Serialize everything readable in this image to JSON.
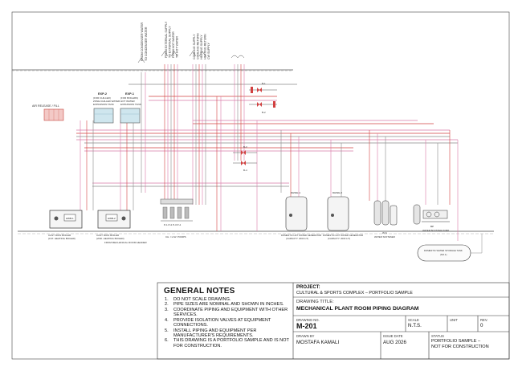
{
  "drawing": {
    "tanks_top": [
      "EXP-2",
      "EXP-1"
    ],
    "tank_captions": [
      [
        "(FOR CHILLER)",
        "ZONE CHILLED WATER",
        "EXPANSION TANK"
      ],
      [
        "(FOR BOILERS)",
        "HOT WATER",
        "EXPANSION TANK"
      ]
    ],
    "air_relief_label": "AIR RELEASE / FILL",
    "riser_labels_a": [
      "FROM CONDENSER WATER",
      "TO CONDENSER WATER"
    ],
    "riser_labels_b": [
      "FROM EXTERNAL SUPPLY",
      "TO EXTERNAL SUPPLY",
      "FROM HOT WATER",
      "TO HOT WATER"
    ],
    "riser_labels_c": [
      "COOLING SUPPLY",
      "COOLING RETURN",
      "HEATING SUPPLY",
      "HEATING RETURN",
      "CW SUPPLY"
    ],
    "boiler_tags": [
      "HWB-1",
      "HWB-2"
    ],
    "boiler_captions": [
      [
        "CAST IRON BOILER",
        "(1ST. HEATING BOILER)"
      ],
      [
        "CAST IRON BOILER",
        "(2ND. HEATING BOILER)"
      ]
    ],
    "header_caption": "FROM MECHANICAL ROOM HEADER",
    "pump_tags": "P-1  P-2  P-3  P-4",
    "pump_caption": "CH. / H.W. PUMPS",
    "valve_tags": [
      "B-1",
      "B-2",
      "B-3",
      "B-4"
    ],
    "heater_tags": [
      "DHWH-1",
      "DHWH-2"
    ],
    "heater_captions": [
      [
        "DOMESTIC HOT WATER GENERATOR",
        "(CAPACITY: 2000 LIT)"
      ],
      [
        "DOMESTIC HOT WATER GENERATOR",
        "(CAPACITY: 2000 LIT)"
      ]
    ],
    "softener_tag": "W-S",
    "softener_caption": "WATER SOFTENER",
    "booster_tag": "BP",
    "booster_caption": "WATER BOOSTER PUMP",
    "storage_caption": [
      "DOMESTIC WATER STORAGE TANK",
      "(NO.1)"
    ]
  },
  "notes": {
    "title": "GENERAL NOTES",
    "items": [
      {
        "num": "1.",
        "text": "DO NOT SCALE DRAWING."
      },
      {
        "num": "2.",
        "text": "PIPE SIZES ARE NOMINAL AND SHOWN IN INCHES."
      },
      {
        "num": "3.",
        "text": "COORDINATE PIPING AND EQUIPMENT WITH OTHER SERVICES."
      },
      {
        "num": "4.",
        "text": "PROVIDE ISOLATION VALVES AT EQUIPMENT CONNECTIONS."
      },
      {
        "num": "5.",
        "text": "INSTALL PIPING AND EQUIPMENT PER MANUFACTURER'S REQUIREMENTS."
      },
      {
        "num": "6.",
        "text": "THIS DRAWING IS A PORTFOLIO SAMPLE AND IS NOT FOR CONSTRUCTION."
      }
    ]
  },
  "titleblock": {
    "project_label": "PROJECT:",
    "project_value": "CULTURAL & SPORTS COMPLEX – PORTFOLIO SAMPLE",
    "drawing_title_label": "DRAWING TITLE:",
    "drawing_title_value": "MECHANICAL PLANT ROOM PIPING DIAGRAM",
    "drawing_no_label": "DRAWING NO.",
    "drawing_no_value": "M-201",
    "scale_label": "SCALE",
    "scale_value": "N.T.S.",
    "unit_label": "UNIT",
    "unit_value": "",
    "rev_label": "REV.",
    "rev_value": "0",
    "drawn_by_label": "DRAWN BY",
    "drawn_by_value": "MOSTAFA KAMALI",
    "issue_date_label": "ISSUE DATE",
    "issue_date_value": "AUG 2026",
    "status_label": "STATUS",
    "status_value_1": "PORTFOLIO SAMPLE –",
    "status_value_2": "NOT FOR CONSTRUCTION"
  },
  "colors": {
    "pipe_pink": "#d97aa8",
    "pipe_red": "#d24040",
    "pipe_gray": "#8a8a8a",
    "pipe_dark": "#333333",
    "tank_red": "#d8554c"
  }
}
